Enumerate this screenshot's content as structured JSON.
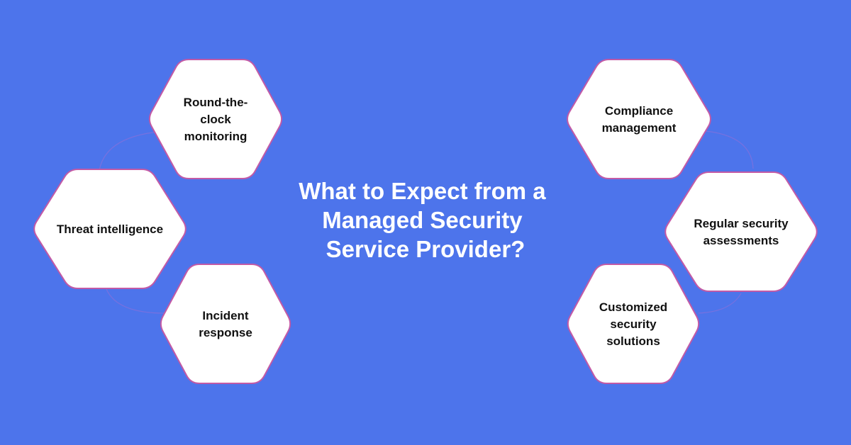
{
  "title": {
    "lines": [
      "What to Expect from a",
      "Managed Security",
      "Service Provider?"
    ]
  },
  "hexagons": [
    {
      "id": "round-the-clock-monitoring",
      "lines": [
        "Round-the-",
        "clock",
        "monitoring"
      ]
    },
    {
      "id": "threat-intelligence",
      "lines": [
        "Threat intelligence"
      ]
    },
    {
      "id": "incident-response",
      "lines": [
        "Incident",
        "response"
      ]
    },
    {
      "id": "compliance-management",
      "lines": [
        "Compliance",
        "management"
      ]
    },
    {
      "id": "regular-security-assessments",
      "lines": [
        "Regular security",
        "assessments"
      ]
    },
    {
      "id": "customized-security-solutions",
      "lines": [
        "Customized",
        "security",
        "solutions"
      ]
    }
  ],
  "colors": {
    "background": "#4d74eb",
    "hex_fill": "#ffffff",
    "hex_border": "#c25aa6",
    "connector": "#9b6fd6",
    "title_text": "#ffffff",
    "label_text": "#111111"
  }
}
